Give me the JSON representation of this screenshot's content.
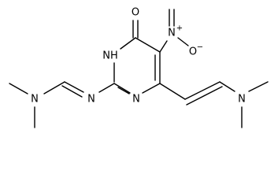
{
  "structure": {
    "labels": {
      "oxygen_carbonyl": "O",
      "nh": "NH",
      "nitro_n": "N",
      "nitro_n_charge": "+",
      "nitro_o": "O",
      "nitro_o_charge": "−",
      "ring_n": "N",
      "imine_n": "N",
      "amidine_n": "N",
      "enamine_n": "N"
    },
    "colors": {
      "bond": "#000000",
      "text": "#000000"
    }
  }
}
